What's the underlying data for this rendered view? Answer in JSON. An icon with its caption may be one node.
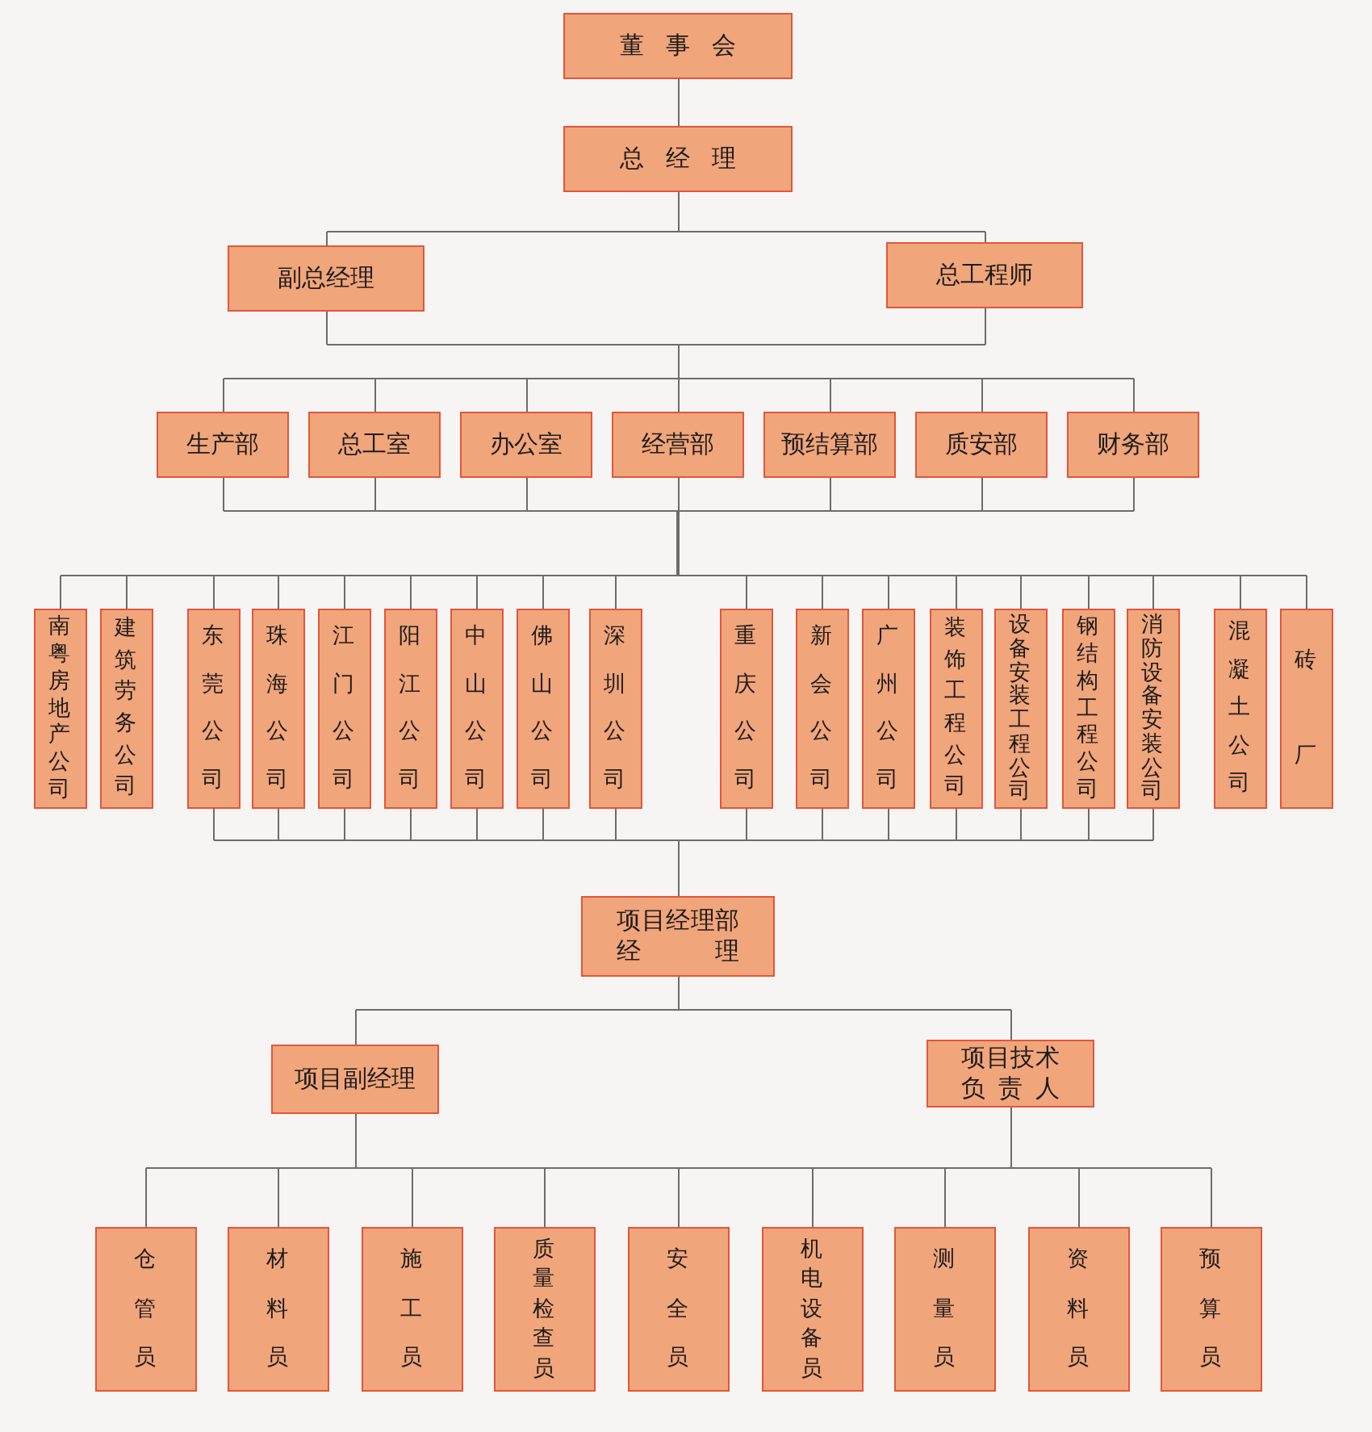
{
  "diagram": {
    "nodes": [
      {
        "text": [
          "董事会"
        ]
      },
      {
        "text": [
          "总经理"
        ]
      },
      {
        "text": [
          "副总经理"
        ]
      },
      {
        "text": [
          "总工程师"
        ]
      },
      {
        "text": [
          "生产部"
        ]
      },
      {
        "text": [
          "总工室"
        ]
      },
      {
        "text": [
          "办公室"
        ]
      },
      {
        "text": [
          "经营部"
        ]
      },
      {
        "text": [
          "预结算部"
        ]
      },
      {
        "text": [
          "质安部"
        ]
      },
      {
        "text": [
          "财务部"
        ]
      },
      {
        "text": [
          "南粤房地产公司"
        ]
      },
      {
        "text": [
          "建筑劳务公司"
        ]
      },
      {
        "text": [
          "东莞公司"
        ]
      },
      {
        "text": [
          "珠海公司"
        ]
      },
      {
        "text": [
          "江门公司"
        ]
      },
      {
        "text": [
          "阳江公司"
        ]
      },
      {
        "text": [
          "中山公司"
        ]
      },
      {
        "text": [
          "佛山公司"
        ]
      },
      {
        "text": [
          "深圳公司"
        ]
      },
      {
        "text": [
          "重庆公司"
        ]
      },
      {
        "text": [
          "新会公司"
        ]
      },
      {
        "text": [
          "广州公司"
        ]
      },
      {
        "text": [
          "装饰工程公司"
        ]
      },
      {
        "text": [
          "设备安装工程公司"
        ]
      },
      {
        "text": [
          "钢结构工程公司"
        ]
      },
      {
        "text": [
          "消防设备安装公司"
        ]
      },
      {
        "text": [
          "混凝土公司"
        ]
      },
      {
        "text": [
          "砖厂"
        ]
      },
      {
        "text": [
          "项目经理部经理"
        ]
      },
      {
        "text": [
          "项目副经理"
        ]
      },
      {
        "text": [
          "项目技术负责人"
        ]
      },
      {
        "text": [
          "仓管员"
        ]
      },
      {
        "text": [
          "材料员"
        ]
      },
      {
        "text": [
          "施工员"
        ]
      },
      {
        "text": [
          "质量检查员"
        ]
      },
      {
        "text": [
          "安全员"
        ]
      },
      {
        "text": [
          "机电设备员"
        ]
      },
      {
        "text": [
          "测量员"
        ]
      },
      {
        "text": [
          "资料员"
        ]
      },
      {
        "text": [
          "预算员"
        ]
      }
    ],
    "edges": [
      {
        "from": 0,
        "to": 1,
        "arrow": "none"
      },
      {
        "from": 1,
        "to": 2,
        "arrow": "none"
      },
      {
        "from": 1,
        "to": 3,
        "arrow": "none"
      },
      {
        "from": 2,
        "to": 4,
        "arrow": "none"
      },
      {
        "from": 2,
        "to": 5,
        "arrow": "none"
      },
      {
        "from": 2,
        "to": 6,
        "arrow": "none"
      },
      {
        "from": 2,
        "to": 7,
        "arrow": "none"
      },
      {
        "from": 2,
        "to": 8,
        "arrow": "none"
      },
      {
        "from": 2,
        "to": 9,
        "arrow": "none"
      },
      {
        "from": 2,
        "to": 10,
        "arrow": "none"
      },
      {
        "from": 3,
        "to": 4,
        "arrow": "none"
      },
      {
        "from": 3,
        "to": 5,
        "arrow": "none"
      },
      {
        "from": 3,
        "to": 6,
        "arrow": "none"
      },
      {
        "from": 3,
        "to": 7,
        "arrow": "none"
      },
      {
        "from": 3,
        "to": 8,
        "arrow": "none"
      },
      {
        "from": 3,
        "to": 9,
        "arrow": "none"
      },
      {
        "from": 3,
        "to": 10,
        "arrow": "none"
      },
      {
        "from": 4,
        "to": 11,
        "arrow": "none"
      },
      {
        "from": 4,
        "to": 12,
        "arrow": "none"
      },
      {
        "from": 4,
        "to": 13,
        "arrow": "none"
      },
      {
        "from": 4,
        "to": 14,
        "arrow": "none"
      },
      {
        "from": 4,
        "to": 15,
        "arrow": "none"
      },
      {
        "from": 4,
        "to": 16,
        "arrow": "none"
      },
      {
        "from": 4,
        "to": 17,
        "arrow": "none"
      },
      {
        "from": 4,
        "to": 18,
        "arrow": "none"
      },
      {
        "from": 4,
        "to": 19,
        "arrow": "none"
      },
      {
        "from": 4,
        "to": 20,
        "arrow": "none"
      },
      {
        "from": 4,
        "to": 21,
        "arrow": "none"
      },
      {
        "from": 4,
        "to": 22,
        "arrow": "none"
      },
      {
        "from": 4,
        "to": 23,
        "arrow": "none"
      },
      {
        "from": 4,
        "to": 24,
        "arrow": "none"
      },
      {
        "from": 4,
        "to": 25,
        "arrow": "none"
      },
      {
        "from": 4,
        "to": 26,
        "arrow": "none"
      },
      {
        "from": 4,
        "to": 27,
        "arrow": "none"
      },
      {
        "from": 4,
        "to": 28,
        "arrow": "none"
      },
      {
        "from": 5,
        "to": 11,
        "arrow": "none"
      },
      {
        "from": 5,
        "to": 12,
        "arrow": "none"
      },
      {
        "from": 5,
        "to": 13,
        "arrow": "none"
      },
      {
        "from": 5,
        "to": 14,
        "arrow": "none"
      },
      {
        "from": 5,
        "to": 15,
        "arrow": "none"
      },
      {
        "from": 5,
        "to": 16,
        "arrow": "none"
      },
      {
        "from": 5,
        "to": 17,
        "arrow": "none"
      },
      {
        "from": 5,
        "to": 18,
        "arrow": "none"
      },
      {
        "from": 5,
        "to": 19,
        "arrow": "none"
      },
      {
        "from": 5,
        "to": 20,
        "arrow": "none"
      },
      {
        "from": 5,
        "to": 21,
        "arrow": "none"
      },
      {
        "from": 5,
        "to": 22,
        "arrow": "none"
      },
      {
        "from": 5,
        "to": 23,
        "arrow": "none"
      },
      {
        "from": 5,
        "to": 24,
        "arrow": "none"
      },
      {
        "from": 5,
        "to": 25,
        "arrow": "none"
      },
      {
        "from": 5,
        "to": 26,
        "arrow": "none"
      },
      {
        "from": 5,
        "to": 27,
        "arrow": "none"
      },
      {
        "from": 5,
        "to": 28,
        "arrow": "none"
      },
      {
        "from": 6,
        "to": 11,
        "arrow": "none"
      },
      {
        "from": 6,
        "to": 12,
        "arrow": "none"
      },
      {
        "from": 6,
        "to": 13,
        "arrow": "none"
      },
      {
        "from": 6,
        "to": 14,
        "arrow": "none"
      },
      {
        "from": 6,
        "to": 15,
        "arrow": "none"
      },
      {
        "from": 6,
        "to": 16,
        "arrow": "none"
      },
      {
        "from": 6,
        "to": 17,
        "arrow": "none"
      },
      {
        "from": 6,
        "to": 18,
        "arrow": "none"
      },
      {
        "from": 6,
        "to": 19,
        "arrow": "none"
      },
      {
        "from": 6,
        "to": 20,
        "arrow": "none"
      },
      {
        "from": 6,
        "to": 21,
        "arrow": "none"
      },
      {
        "from": 6,
        "to": 22,
        "arrow": "none"
      },
      {
        "from": 6,
        "to": 23,
        "arrow": "none"
      },
      {
        "from": 6,
        "to": 24,
        "arrow": "none"
      },
      {
        "from": 6,
        "to": 25,
        "arrow": "none"
      },
      {
        "from": 6,
        "to": 26,
        "arrow": "none"
      },
      {
        "from": 6,
        "to": 27,
        "arrow": "none"
      },
      {
        "from": 6,
        "to": 28,
        "arrow": "none"
      },
      {
        "from": 7,
        "to": 11,
        "arrow": "none"
      },
      {
        "from": 7,
        "to": 12,
        "arrow": "none"
      },
      {
        "from": 7,
        "to": 13,
        "arrow": "none"
      },
      {
        "from": 7,
        "to": 14,
        "arrow": "none"
      },
      {
        "from": 7,
        "to": 15,
        "arrow": "none"
      },
      {
        "from": 7,
        "to": 16,
        "arrow": "none"
      },
      {
        "from": 7,
        "to": 17,
        "arrow": "none"
      },
      {
        "from": 7,
        "to": 18,
        "arrow": "none"
      },
      {
        "from": 7,
        "to": 19,
        "arrow": "none"
      },
      {
        "from": 7,
        "to": 20,
        "arrow": "none"
      },
      {
        "from": 7,
        "to": 21,
        "arrow": "none"
      },
      {
        "from": 7,
        "to": 22,
        "arrow": "none"
      },
      {
        "from": 7,
        "to": 23,
        "arrow": "none"
      },
      {
        "from": 7,
        "to": 24,
        "arrow": "none"
      },
      {
        "from": 7,
        "to": 25,
        "arrow": "none"
      },
      {
        "from": 7,
        "to": 26,
        "arrow": "none"
      },
      {
        "from": 7,
        "to": 27,
        "arrow": "none"
      },
      {
        "from": 7,
        "to": 28,
        "arrow": "none"
      },
      {
        "from": 8,
        "to": 11,
        "arrow": "none"
      },
      {
        "from": 8,
        "to": 12,
        "arrow": "none"
      },
      {
        "from": 8,
        "to": 13,
        "arrow": "none"
      },
      {
        "from": 8,
        "to": 14,
        "arrow": "none"
      },
      {
        "from": 8,
        "to": 15,
        "arrow": "none"
      },
      {
        "from": 8,
        "to": 16,
        "arrow": "none"
      },
      {
        "from": 8,
        "to": 17,
        "arrow": "none"
      },
      {
        "from": 8,
        "to": 18,
        "arrow": "none"
      },
      {
        "from": 8,
        "to": 19,
        "arrow": "none"
      },
      {
        "from": 8,
        "to": 20,
        "arrow": "none"
      },
      {
        "from": 8,
        "to": 21,
        "arrow": "none"
      },
      {
        "from": 8,
        "to": 22,
        "arrow": "none"
      },
      {
        "from": 8,
        "to": 23,
        "arrow": "none"
      },
      {
        "from": 8,
        "to": 24,
        "arrow": "none"
      },
      {
        "from": 8,
        "to": 25,
        "arrow": "none"
      },
      {
        "from": 8,
        "to": 26,
        "arrow": "none"
      },
      {
        "from": 8,
        "to": 27,
        "arrow": "none"
      },
      {
        "from": 8,
        "to": 28,
        "arrow": "none"
      },
      {
        "from": 9,
        "to": 11,
        "arrow": "none"
      },
      {
        "from": 9,
        "to": 12,
        "arrow": "none"
      },
      {
        "from": 9,
        "to": 13,
        "arrow": "none"
      },
      {
        "from": 9,
        "to": 14,
        "arrow": "none"
      },
      {
        "from": 9,
        "to": 15,
        "arrow": "none"
      },
      {
        "from": 9,
        "to": 16,
        "arrow": "none"
      },
      {
        "from": 9,
        "to": 17,
        "arrow": "none"
      },
      {
        "from": 9,
        "to": 18,
        "arrow": "none"
      },
      {
        "from": 9,
        "to": 19,
        "arrow": "none"
      },
      {
        "from": 9,
        "to": 20,
        "arrow": "none"
      },
      {
        "from": 9,
        "to": 21,
        "arrow": "none"
      },
      {
        "from": 9,
        "to": 22,
        "arrow": "none"
      },
      {
        "from": 9,
        "to": 23,
        "arrow": "none"
      },
      {
        "from": 9,
        "to": 24,
        "arrow": "none"
      },
      {
        "from": 9,
        "to": 25,
        "arrow": "none"
      },
      {
        "from": 9,
        "to": 26,
        "arrow": "none"
      },
      {
        "from": 9,
        "to": 27,
        "arrow": "none"
      },
      {
        "from": 9,
        "to": 28,
        "arrow": "none"
      },
      {
        "from": 10,
        "to": 11,
        "arrow": "none"
      },
      {
        "from": 10,
        "to": 12,
        "arrow": "none"
      },
      {
        "from": 10,
        "to": 13,
        "arrow": "none"
      },
      {
        "from": 10,
        "to": 14,
        "arrow": "none"
      },
      {
        "from": 10,
        "to": 15,
        "arrow": "none"
      },
      {
        "from": 10,
        "to": 16,
        "arrow": "none"
      },
      {
        "from": 10,
        "to": 17,
        "arrow": "none"
      },
      {
        "from": 10,
        "to": 18,
        "arrow": "none"
      },
      {
        "from": 10,
        "to": 19,
        "arrow": "none"
      },
      {
        "from": 10,
        "to": 20,
        "arrow": "none"
      },
      {
        "from": 10,
        "to": 21,
        "arrow": "none"
      },
      {
        "from": 10,
        "to": 22,
        "arrow": "none"
      },
      {
        "from": 10,
        "to": 23,
        "arrow": "none"
      },
      {
        "from": 10,
        "to": 24,
        "arrow": "none"
      },
      {
        "from": 10,
        "to": 25,
        "arrow": "none"
      },
      {
        "from": 10,
        "to": 26,
        "arrow": "none"
      },
      {
        "from": 10,
        "to": 27,
        "arrow": "none"
      },
      {
        "from": 10,
        "to": 28,
        "arrow": "none"
      },
      {
        "from": 13,
        "to": 29,
        "arrow": "none"
      },
      {
        "from": 14,
        "to": 29,
        "arrow": "none"
      },
      {
        "from": 15,
        "to": 29,
        "arrow": "none"
      },
      {
        "from": 16,
        "to": 29,
        "arrow": "none"
      },
      {
        "from": 17,
        "to": 29,
        "arrow": "none"
      },
      {
        "from": 18,
        "to": 29,
        "arrow": "none"
      },
      {
        "from": 19,
        "to": 29,
        "arrow": "none"
      },
      {
        "from": 20,
        "to": 29,
        "arrow": "none"
      },
      {
        "from": 21,
        "to": 29,
        "arrow": "none"
      },
      {
        "from": 22,
        "to": 29,
        "arrow": "none"
      },
      {
        "from": 23,
        "to": 29,
        "arrow": "none"
      },
      {
        "from": 24,
        "to": 29,
        "arrow": "none"
      },
      {
        "from": 25,
        "to": 29,
        "arrow": "none"
      },
      {
        "from": 26,
        "to": 29,
        "arrow": "none"
      },
      {
        "from": 29,
        "to": 30,
        "arrow": "none"
      },
      {
        "from": 29,
        "to": 31,
        "arrow": "none"
      },
      {
        "from": 30,
        "to": 32,
        "arrow": "none"
      },
      {
        "from": 30,
        "to": 33,
        "arrow": "none"
      },
      {
        "from": 30,
        "to": 34,
        "arrow": "none"
      },
      {
        "from": 30,
        "to": 35,
        "arrow": "none"
      },
      {
        "from": 30,
        "to": 36,
        "arrow": "none"
      },
      {
        "from": 30,
        "to": 37,
        "arrow": "none"
      },
      {
        "from": 30,
        "to": 38,
        "arrow": "none"
      },
      {
        "from": 30,
        "to": 39,
        "arrow": "none"
      },
      {
        "from": 30,
        "to": 40,
        "arrow": "none"
      },
      {
        "from": 31,
        "to": 32,
        "arrow": "none"
      },
      {
        "from": 31,
        "to": 33,
        "arrow": "none"
      },
      {
        "from": 31,
        "to": 34,
        "arrow": "none"
      },
      {
        "from": 31,
        "to": 35,
        "arrow": "none"
      },
      {
        "from": 31,
        "to": 36,
        "arrow": "none"
      },
      {
        "from": 31,
        "to": 37,
        "arrow": "none"
      },
      {
        "from": 31,
        "to": 38,
        "arrow": "none"
      },
      {
        "from": 31,
        "to": 39,
        "arrow": "none"
      },
      {
        "from": 31,
        "to": 40,
        "arrow": "none"
      }
    ]
  }
}
